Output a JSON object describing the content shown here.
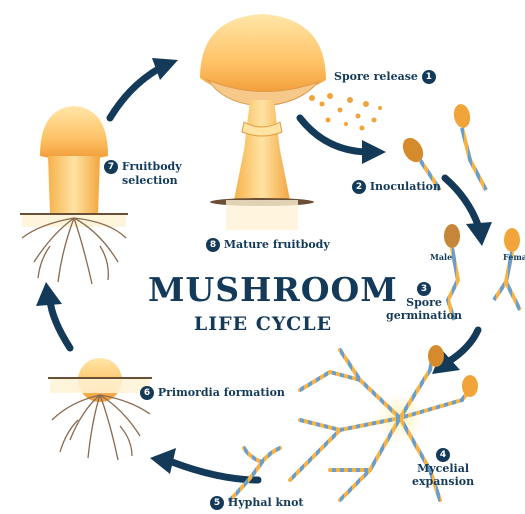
{
  "title": {
    "line1": "MUSHROOM",
    "line2": "LIFE CYCLE"
  },
  "stages": [
    {
      "number": "1",
      "label": "Spore release"
    },
    {
      "number": "2",
      "label": "Inoculation"
    },
    {
      "number": "3",
      "label_line1": "Spore",
      "label_line2": "germination"
    },
    {
      "number": "4",
      "label_line1": "Mycelial",
      "label_line2": "expansion"
    },
    {
      "number": "5",
      "label": "Hyphal knot"
    },
    {
      "number": "6",
      "label": "Primordia formation"
    },
    {
      "number": "7",
      "label_line1": "Fruitbody",
      "label_line2": "selection"
    },
    {
      "number": "8",
      "label": "Mature fruitbody"
    }
  ],
  "spore_labels": {
    "male": "Male",
    "female": "Fema"
  },
  "colors": {
    "navy": "#143a5a",
    "cap_light": "#ffd27a",
    "cap_dark": "#f0a43a",
    "gill": "#f6c88a",
    "root": "#8a6a4e",
    "hypha_blue": "#6b9ec8"
  }
}
